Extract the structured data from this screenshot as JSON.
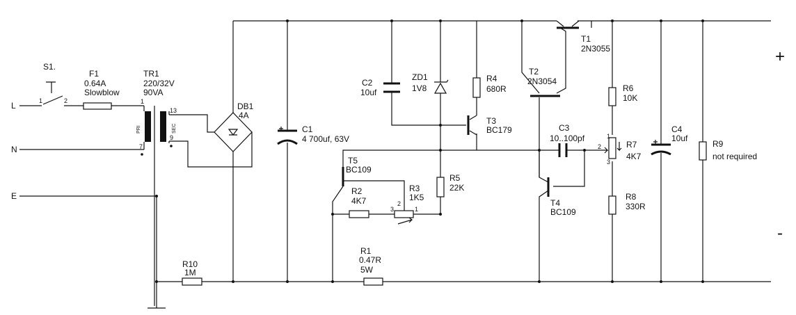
{
  "labels": {
    "s1": "S1.",
    "f1_name": "F1",
    "f1_rating": "0.64A",
    "f1_type": "Slowblow",
    "tr1_name": "TR1",
    "tr1_ratio": "220/32V",
    "tr1_power": "90VA",
    "tr1_pri": "PRI",
    "tr1_sec": "SEC",
    "db1_name": "DB1",
    "db1_rating": "4A",
    "c1_name": "C1",
    "c1_value": "4 700uf, 63V",
    "c2_name": "C2",
    "c2_value": "10uf",
    "zd1_name": "ZD1",
    "zd1_value": "1V8",
    "r4_name": "R4",
    "r4_value": "680R",
    "t3_name": "T3",
    "t3_type": "BC179",
    "t2_name": "T2",
    "t2_type": "2N3054",
    "t1_name": "T1",
    "t1_type": "2N3055",
    "c3_name": "C3",
    "c3_value": "10..100pf",
    "r6_name": "R6",
    "r6_value": "10K",
    "r7_name": "R7",
    "r7_value": "4K7",
    "r8_name": "R8",
    "r8_value": "330R",
    "c4_name": "C4",
    "c4_value": "10uf",
    "r9_name": "R9",
    "r9_value": "not required",
    "t5_name": "T5",
    "t5_type": "BC109",
    "r2_name": "R2",
    "r2_value": "4K7",
    "r3_name": "R3",
    "r3_value": "1K5",
    "r5_name": "R5",
    "r5_value": "22K",
    "t4_name": "T4",
    "t4_type": "BC109",
    "r1_name": "R1",
    "r1_value": "0.47R",
    "r1_power": "5W",
    "r10_name": "R10",
    "r10_value": "1M",
    "line_l": "L",
    "line_n": "N",
    "line_e": "E",
    "plus": "+",
    "minus": "-"
  },
  "pins": {
    "s1_1": "1",
    "s1_2": "2",
    "tr_1": "1",
    "tr_7": "7",
    "tr_13": "13",
    "tr_9": "9",
    "r3_1": "1",
    "r3_2": "2",
    "r3_3": "3",
    "r7_1": "1",
    "r7_2": "2",
    "r7_3": "3"
  }
}
